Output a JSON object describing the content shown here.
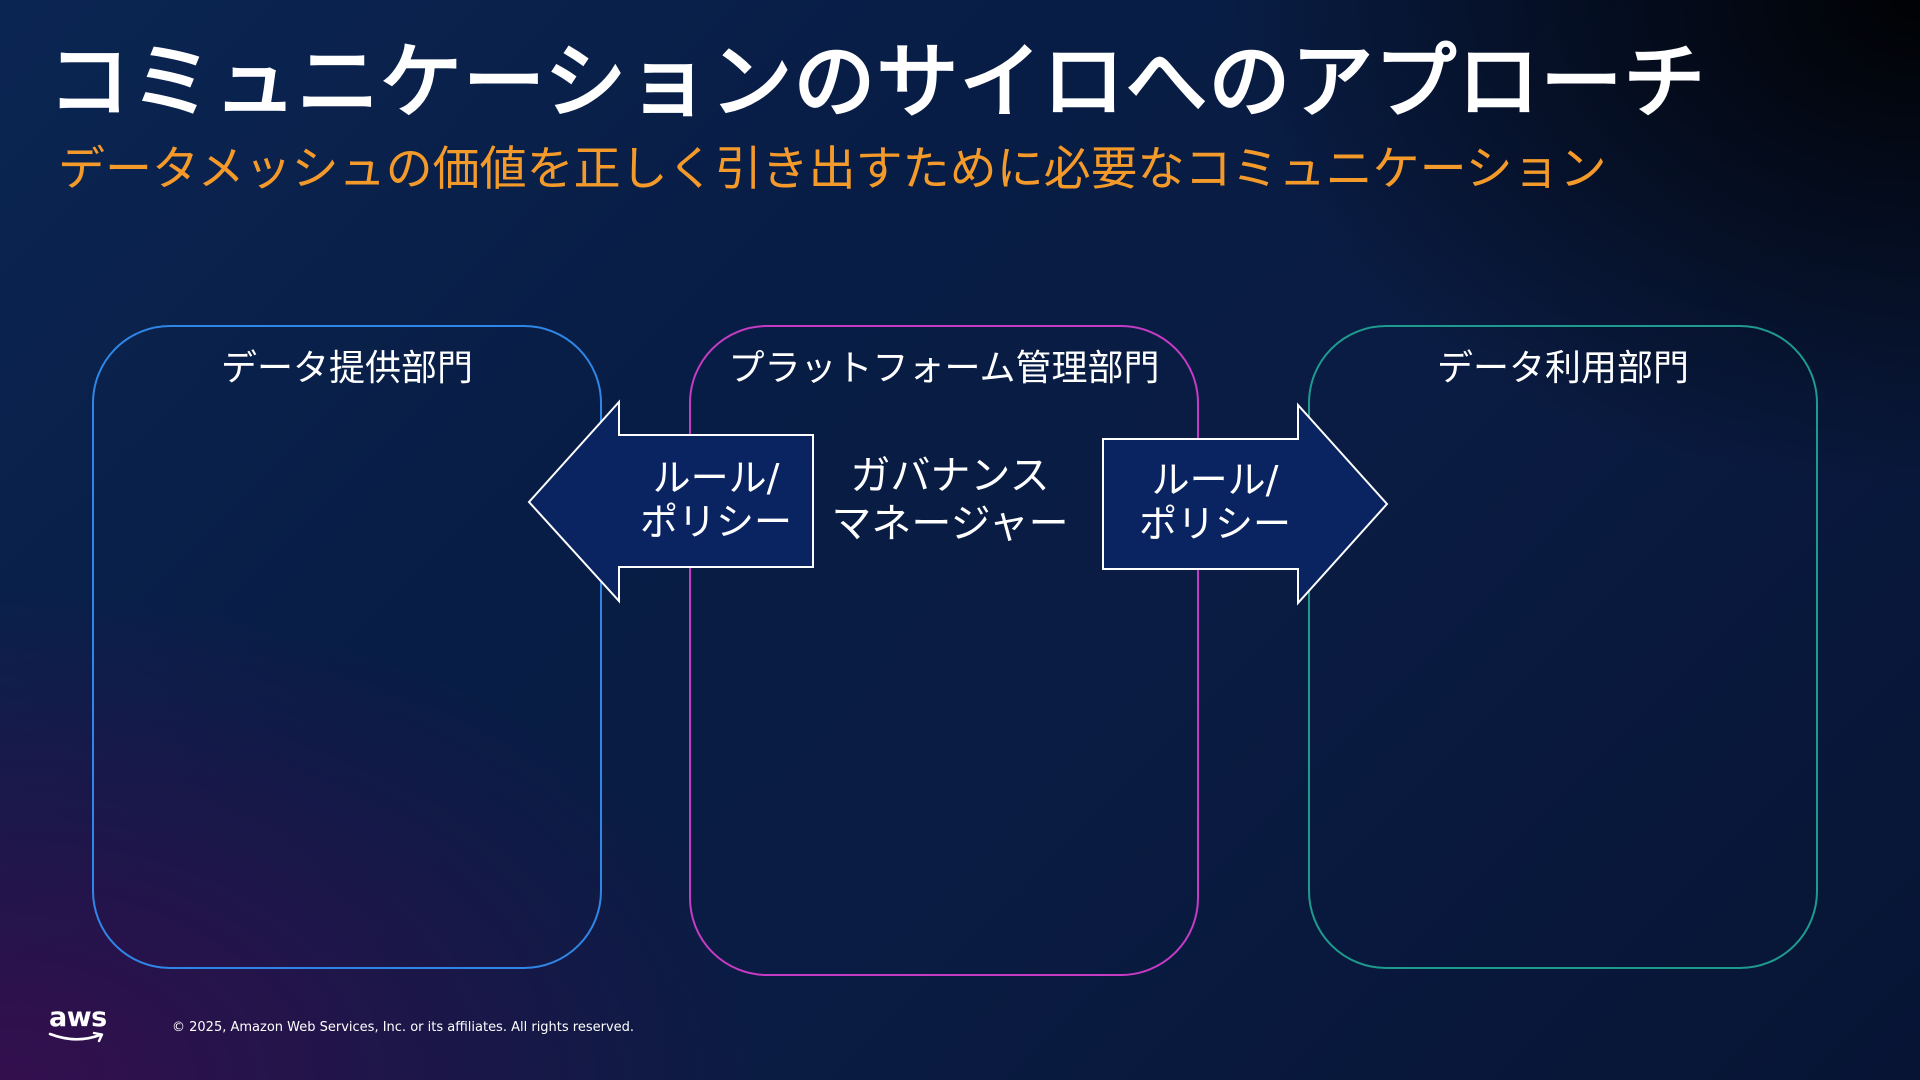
{
  "slide": {
    "title": "コミュニケーションのサイロへのアプローチ",
    "subtitle": "データメッシュの価値を正しく引き出すために必要なコミュニケーション"
  },
  "departments": [
    {
      "label": "データ提供部門",
      "color": "#2f86e6"
    },
    {
      "label": "プラットフォーム管理部門",
      "color": "#c63bc4"
    },
    {
      "label": "データ利用部門",
      "color": "#1f9a8e"
    }
  ],
  "arrows": {
    "left": {
      "line1": "ルール/",
      "line2": "ポリシー"
    },
    "right": {
      "line1": "ルール/",
      "line2": "ポリシー"
    },
    "fill_color": "#0a2462"
  },
  "center_role": {
    "line1": "ガバナンス",
    "line2": "マネージャー"
  },
  "footer": {
    "logo_text": "aws",
    "copyright": "© 2025, Amazon Web Services, Inc. or its affiliates. All rights reserved."
  },
  "colors": {
    "title": "#ffffff",
    "subtitle": "#f49a2a"
  }
}
